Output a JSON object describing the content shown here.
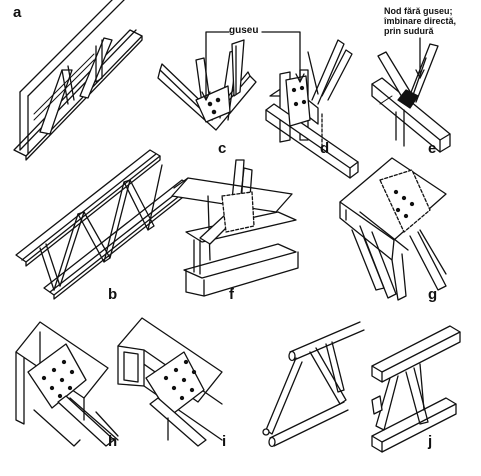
{
  "callouts": {
    "gusset_label": "guseu",
    "weld_node_lines": [
      "Nod fără guseu;",
      "îmbinare directă,",
      "prin sudură"
    ]
  },
  "panels": {
    "a": {
      "label": "a"
    },
    "b": {
      "label": "b"
    },
    "c": {
      "label": "c"
    },
    "d": {
      "label": "d"
    },
    "e": {
      "label": "e"
    },
    "f": {
      "label": "f"
    },
    "g": {
      "label": "g"
    },
    "h": {
      "label": "h"
    },
    "i": {
      "label": "i"
    },
    "j": {
      "label": "j"
    }
  },
  "colors": {
    "ink": "#111111",
    "paper": "#ffffff",
    "shade": "#8a8a8a"
  }
}
